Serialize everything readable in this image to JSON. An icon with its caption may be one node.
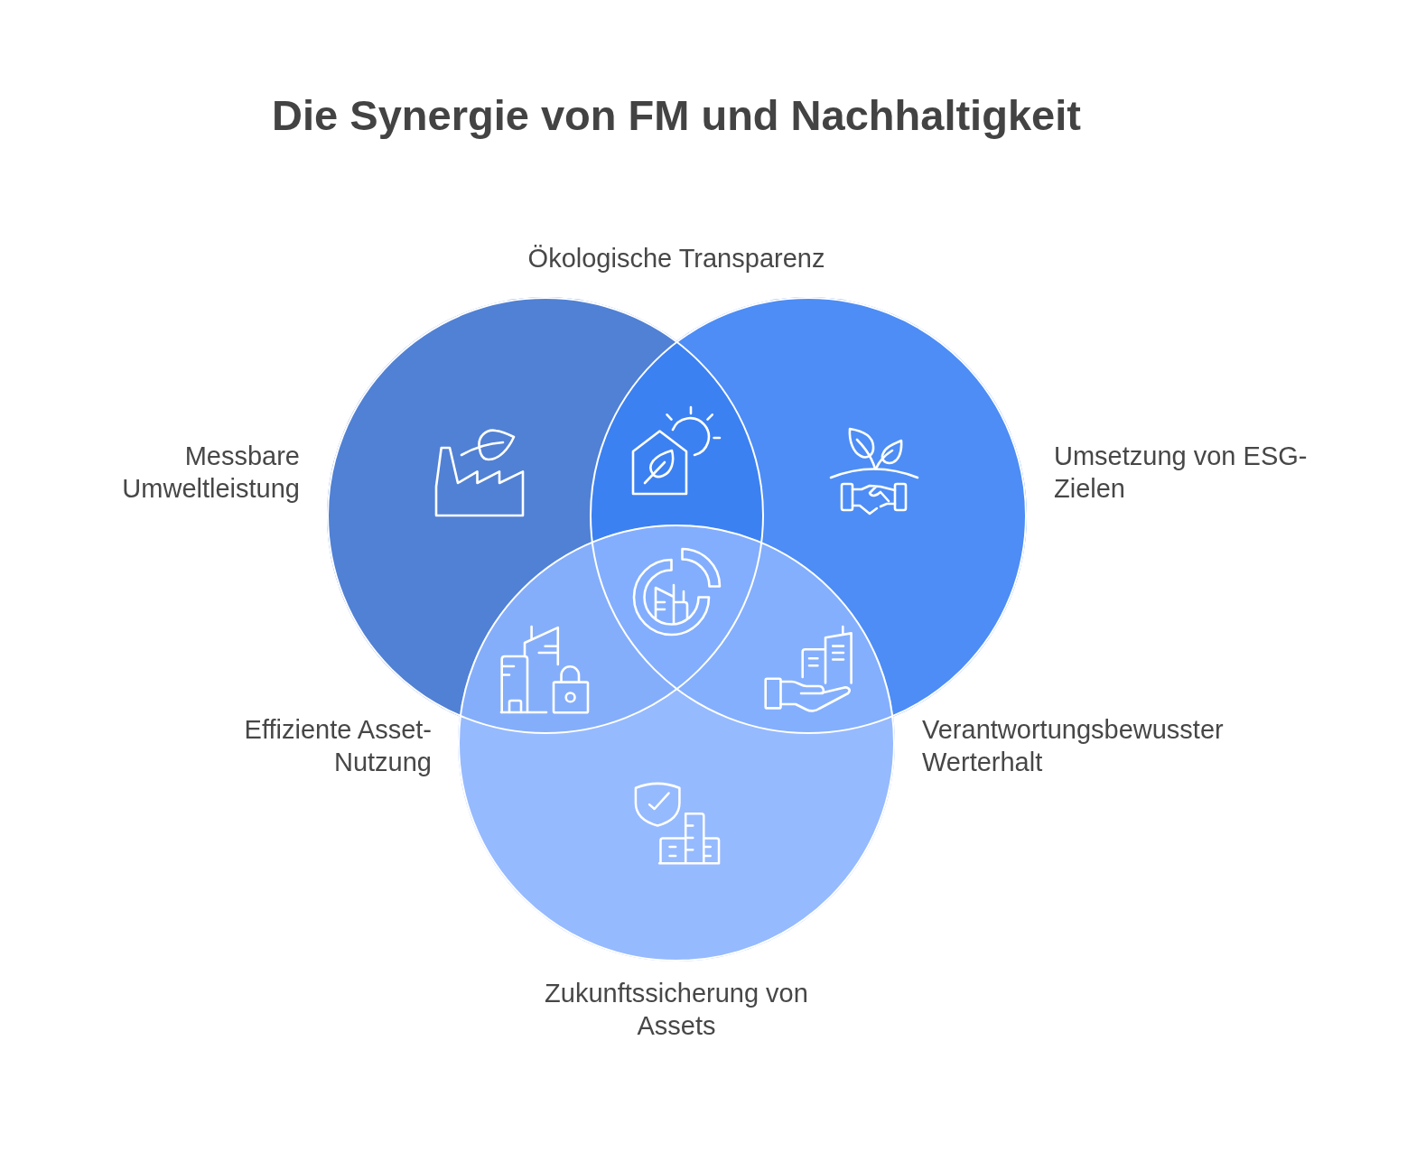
{
  "diagram": {
    "title": "Die Synergie von FM und Nachhaltigkeit",
    "nodes": [
      {
        "text": [],
        "shape": "circle",
        "beside": [
          "Messbare Umweltleistung"
        ]
      },
      {
        "text": [],
        "shape": "circle",
        "beside": [
          "Umsetzung von ESG-Zielen"
        ]
      },
      {
        "text": [],
        "shape": "circle",
        "beside": [
          "Zukunftssicherung von Assets"
        ]
      }
    ],
    "labels": [
      "Ökologische Transparenz",
      "Effiziente Asset-Nutzung",
      "Verantwortungsbewusster Werterhalt"
    ]
  }
}
